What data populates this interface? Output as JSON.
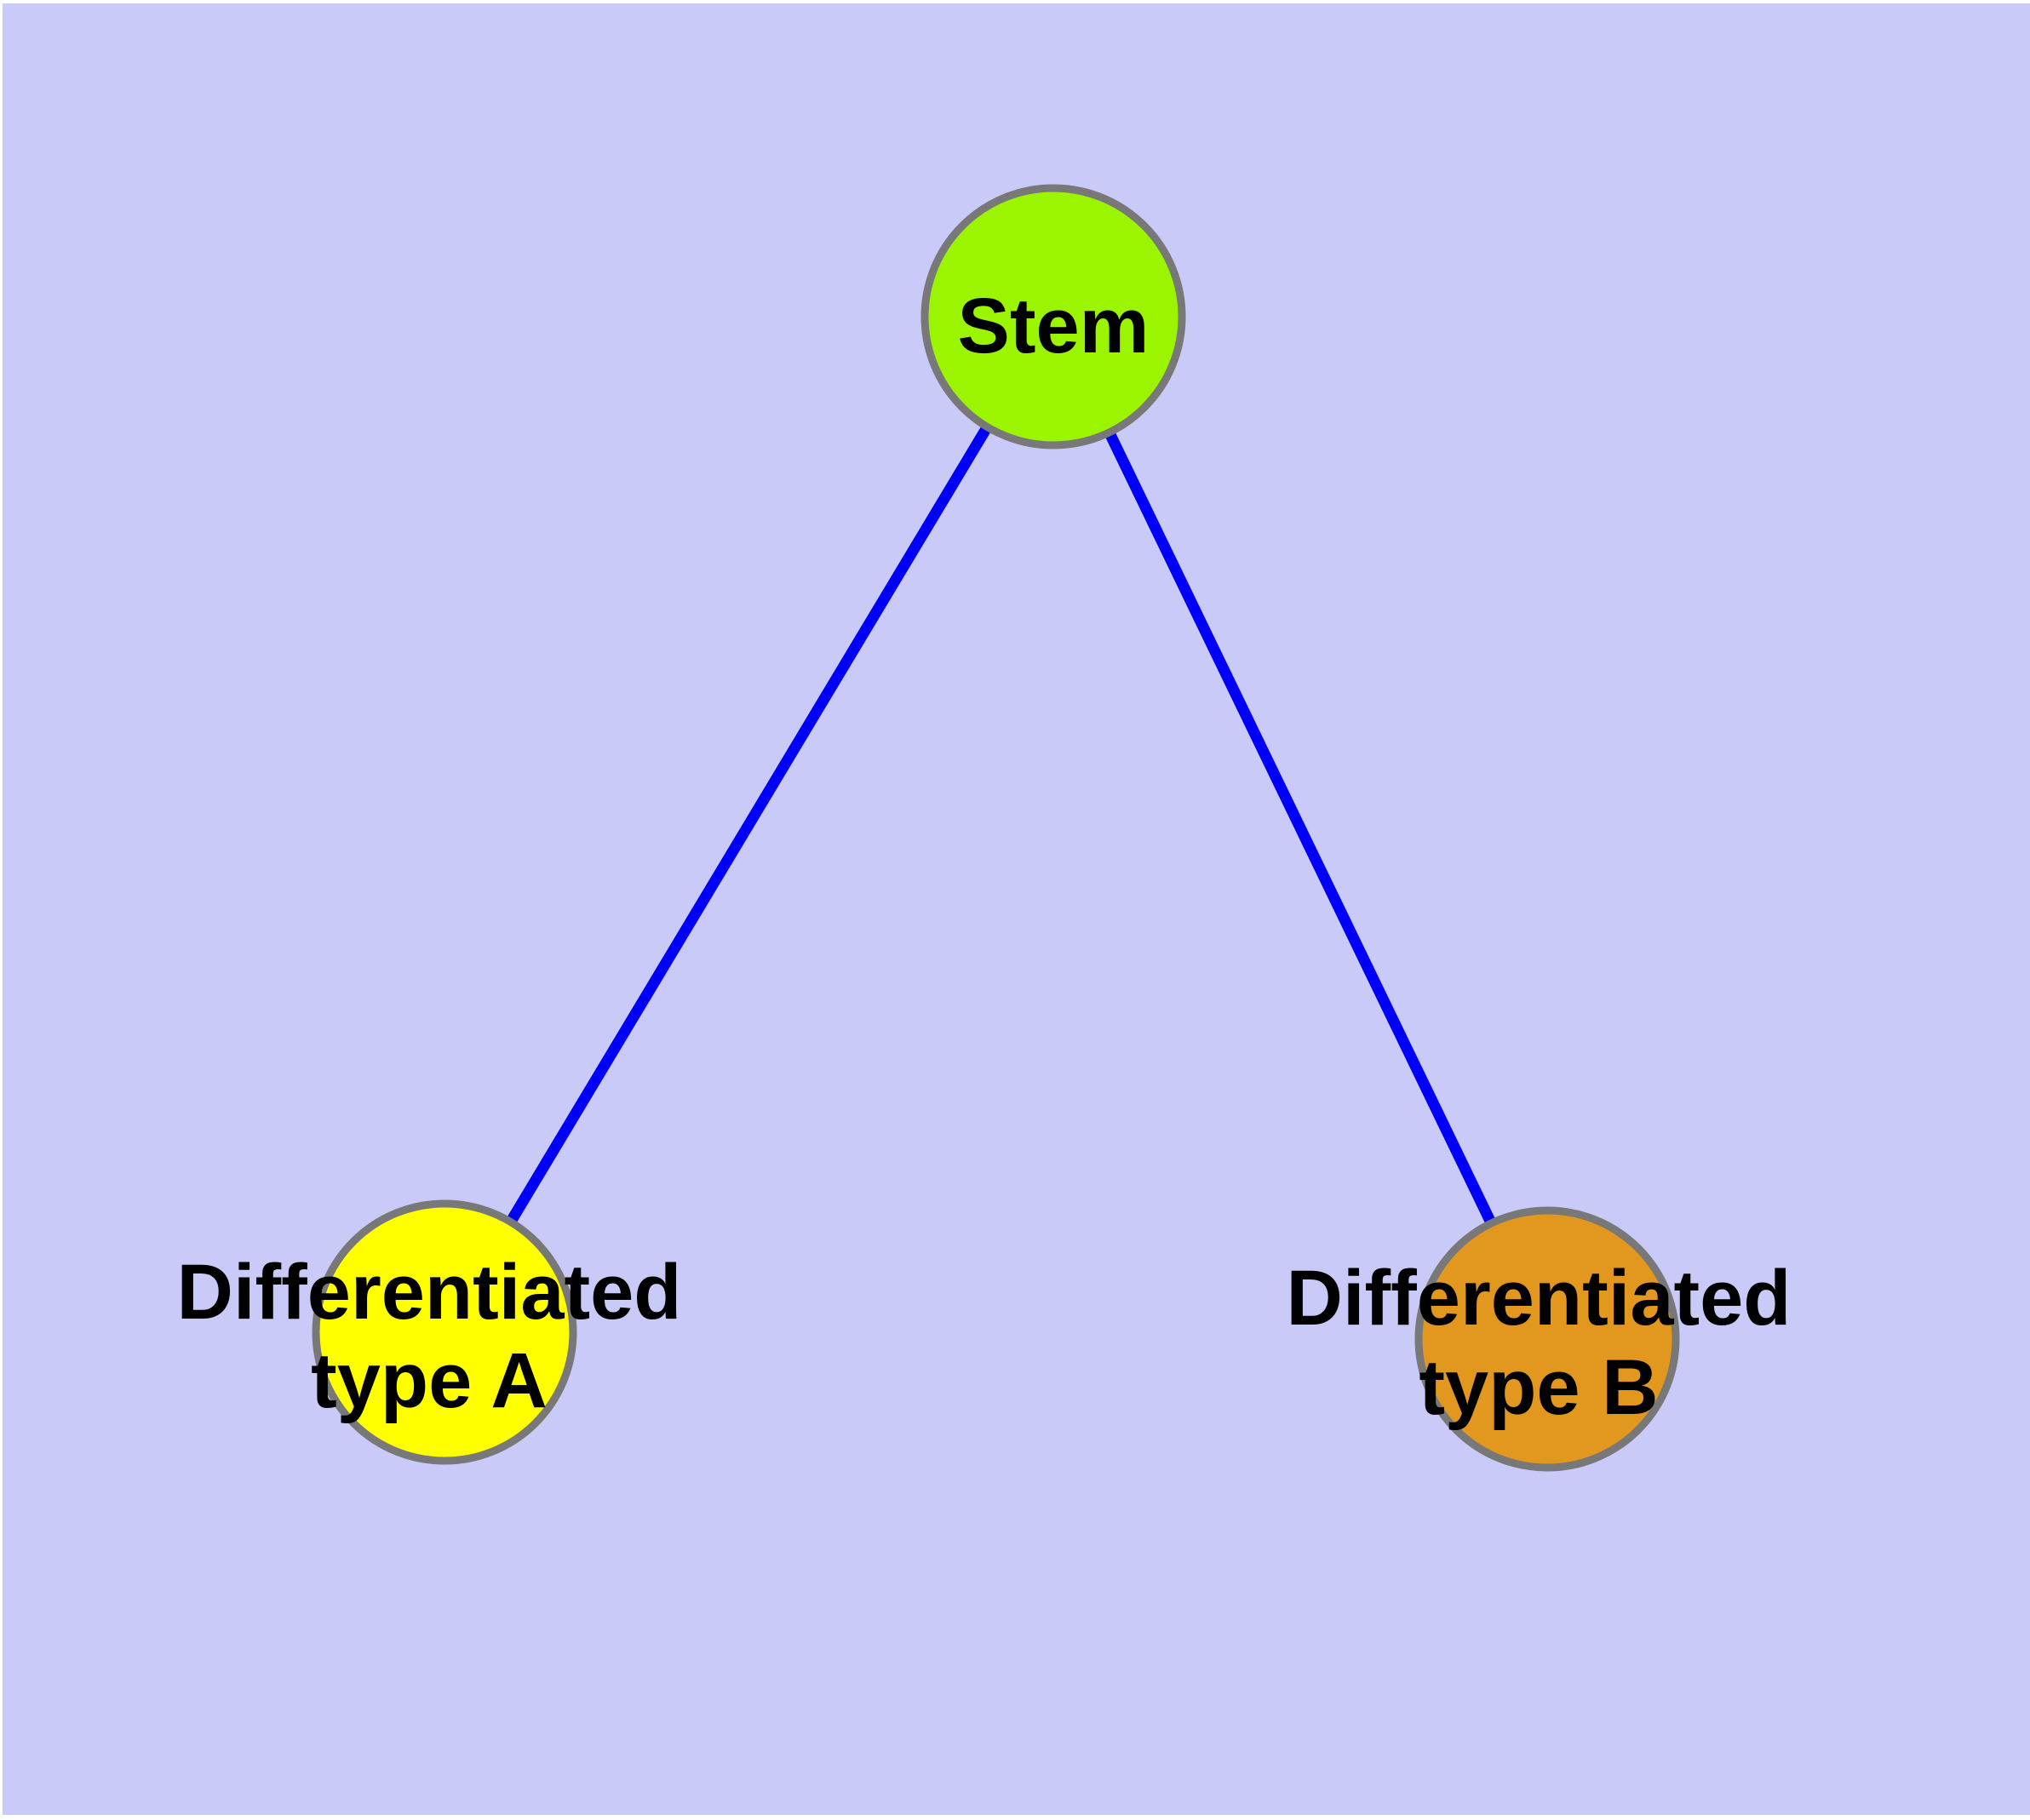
{
  "diagram": {
    "background_color": "#CACAF8",
    "frame_color": "#FFFFFF",
    "edge_color": "#0000FA",
    "node_border_color": "#787878",
    "label_color": "#000000",
    "nodes": [
      {
        "id": "stem",
        "label_lines": [
          "Stem",
          ""
        ],
        "fill": "#9BF500"
      },
      {
        "id": "differentiated-a",
        "label_lines": [
          "Differentiated",
          "type A"
        ],
        "fill": "#FFFF00"
      },
      {
        "id": "differentiated-b",
        "label_lines": [
          "Differentiated",
          "type B"
        ],
        "fill": "#E2981E"
      }
    ],
    "edges": [
      {
        "from": "stem",
        "to": "differentiated-a"
      },
      {
        "from": "stem",
        "to": "differentiated-b"
      }
    ]
  }
}
